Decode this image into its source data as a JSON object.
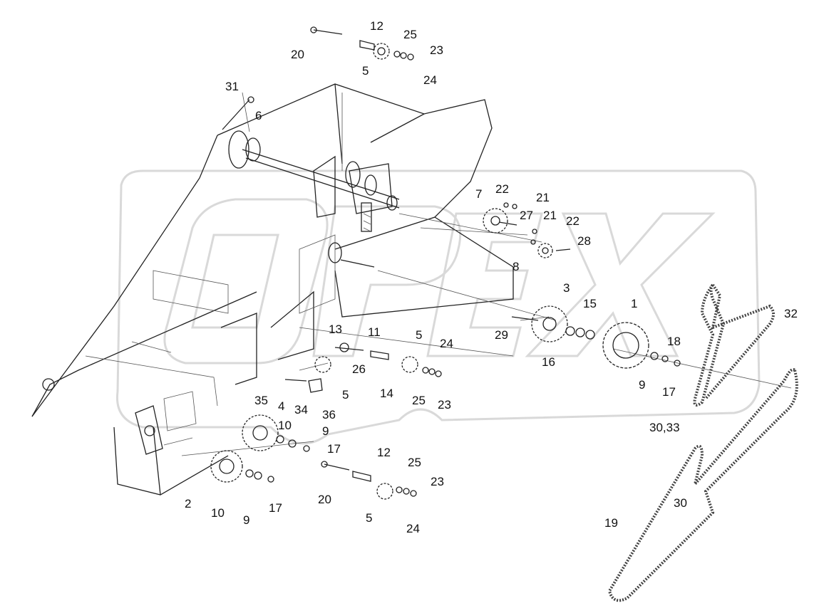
{
  "diagram": {
    "callouts": [
      {
        "id": "c20a",
        "text": "20"
      },
      {
        "id": "c12a",
        "text": "12"
      },
      {
        "id": "c25a",
        "text": "25"
      },
      {
        "id": "c23a",
        "text": "23"
      },
      {
        "id": "c5a",
        "text": "5"
      },
      {
        "id": "c24a",
        "text": "24"
      },
      {
        "id": "c31",
        "text": "31"
      },
      {
        "id": "c6",
        "text": "6"
      },
      {
        "id": "c7",
        "text": "7"
      },
      {
        "id": "c22a",
        "text": "22"
      },
      {
        "id": "c21a",
        "text": "21"
      },
      {
        "id": "c27",
        "text": "27"
      },
      {
        "id": "c21b",
        "text": "21"
      },
      {
        "id": "c22b",
        "text": "22"
      },
      {
        "id": "c28",
        "text": "28"
      },
      {
        "id": "c8",
        "text": "8"
      },
      {
        "id": "c3",
        "text": "3"
      },
      {
        "id": "c15",
        "text": "15"
      },
      {
        "id": "c1",
        "text": "1"
      },
      {
        "id": "c32",
        "text": "32"
      },
      {
        "id": "c29",
        "text": "29"
      },
      {
        "id": "c16",
        "text": "16"
      },
      {
        "id": "c18",
        "text": "18"
      },
      {
        "id": "c9a",
        "text": "9"
      },
      {
        "id": "c17a",
        "text": "17"
      },
      {
        "id": "c13",
        "text": "13"
      },
      {
        "id": "c11",
        "text": "11"
      },
      {
        "id": "c5b",
        "text": "5"
      },
      {
        "id": "c24b",
        "text": "24"
      },
      {
        "id": "c26",
        "text": "26"
      },
      {
        "id": "c5c",
        "text": "5"
      },
      {
        "id": "c14",
        "text": "14"
      },
      {
        "id": "c25b",
        "text": "25"
      },
      {
        "id": "c23b",
        "text": "23"
      },
      {
        "id": "c35",
        "text": "35"
      },
      {
        "id": "c4",
        "text": "4"
      },
      {
        "id": "c34",
        "text": "34"
      },
      {
        "id": "c36",
        "text": "36"
      },
      {
        "id": "c10a",
        "text": "10"
      },
      {
        "id": "c9b",
        "text": "9"
      },
      {
        "id": "c17b",
        "text": "17"
      },
      {
        "id": "c12b",
        "text": "12"
      },
      {
        "id": "c25c",
        "text": "25"
      },
      {
        "id": "c23c",
        "text": "23"
      },
      {
        "id": "c20b",
        "text": "20"
      },
      {
        "id": "c5d",
        "text": "5"
      },
      {
        "id": "c24c",
        "text": "24"
      },
      {
        "id": "c2",
        "text": "2"
      },
      {
        "id": "c10b",
        "text": "10"
      },
      {
        "id": "c9c",
        "text": "9"
      },
      {
        "id": "c17c",
        "text": "17"
      },
      {
        "id": "c3033",
        "text": "30,33"
      },
      {
        "id": "c30",
        "text": "30"
      },
      {
        "id": "c19",
        "text": "19"
      }
    ],
    "watermark": "OPEX"
  }
}
